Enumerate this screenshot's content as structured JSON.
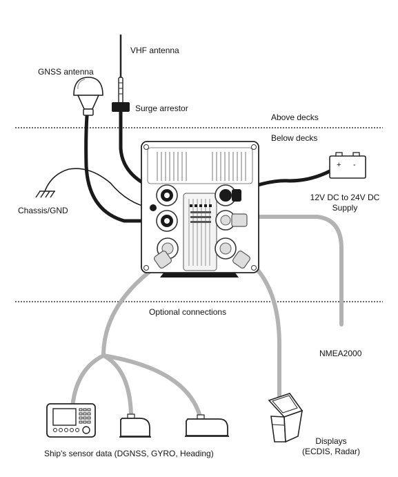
{
  "labels": {
    "vhf_antenna": "VHF antenna",
    "gnss_antenna": "GNSS antenna",
    "surge_arrestor": "Surge arrestor",
    "above_decks": "Above decks",
    "below_decks": "Below decks",
    "chassis_gnd": "Chassis/GND",
    "supply_line1": "12V DC to 24V DC",
    "supply_line2": "Supply",
    "optional_connections": "Optional connections",
    "nmea2000": "NMEA2000",
    "displays_line1": "Displays",
    "displays_line2": "(ECDIS, Radar)",
    "sensor_data": "Ship's sensor data (DGNSS, GYRO, Heading)",
    "battery_plus": "+",
    "battery_minus": "-"
  },
  "icons": {
    "vhf": "vhf-antenna-icon",
    "gnss": "gnss-antenna-icon",
    "surge": "surge-arrestor-icon",
    "ground": "ground-icon",
    "battery": "battery-icon",
    "unit": "transponder-unit-icon",
    "chartplotter": "chartplotter-icon",
    "sensor": "sensor-icon",
    "display": "display-console-icon"
  },
  "colors": {
    "cable_black": "#1a1a1a",
    "cable_grey": "#b3b3b3",
    "outline": "#222222"
  }
}
